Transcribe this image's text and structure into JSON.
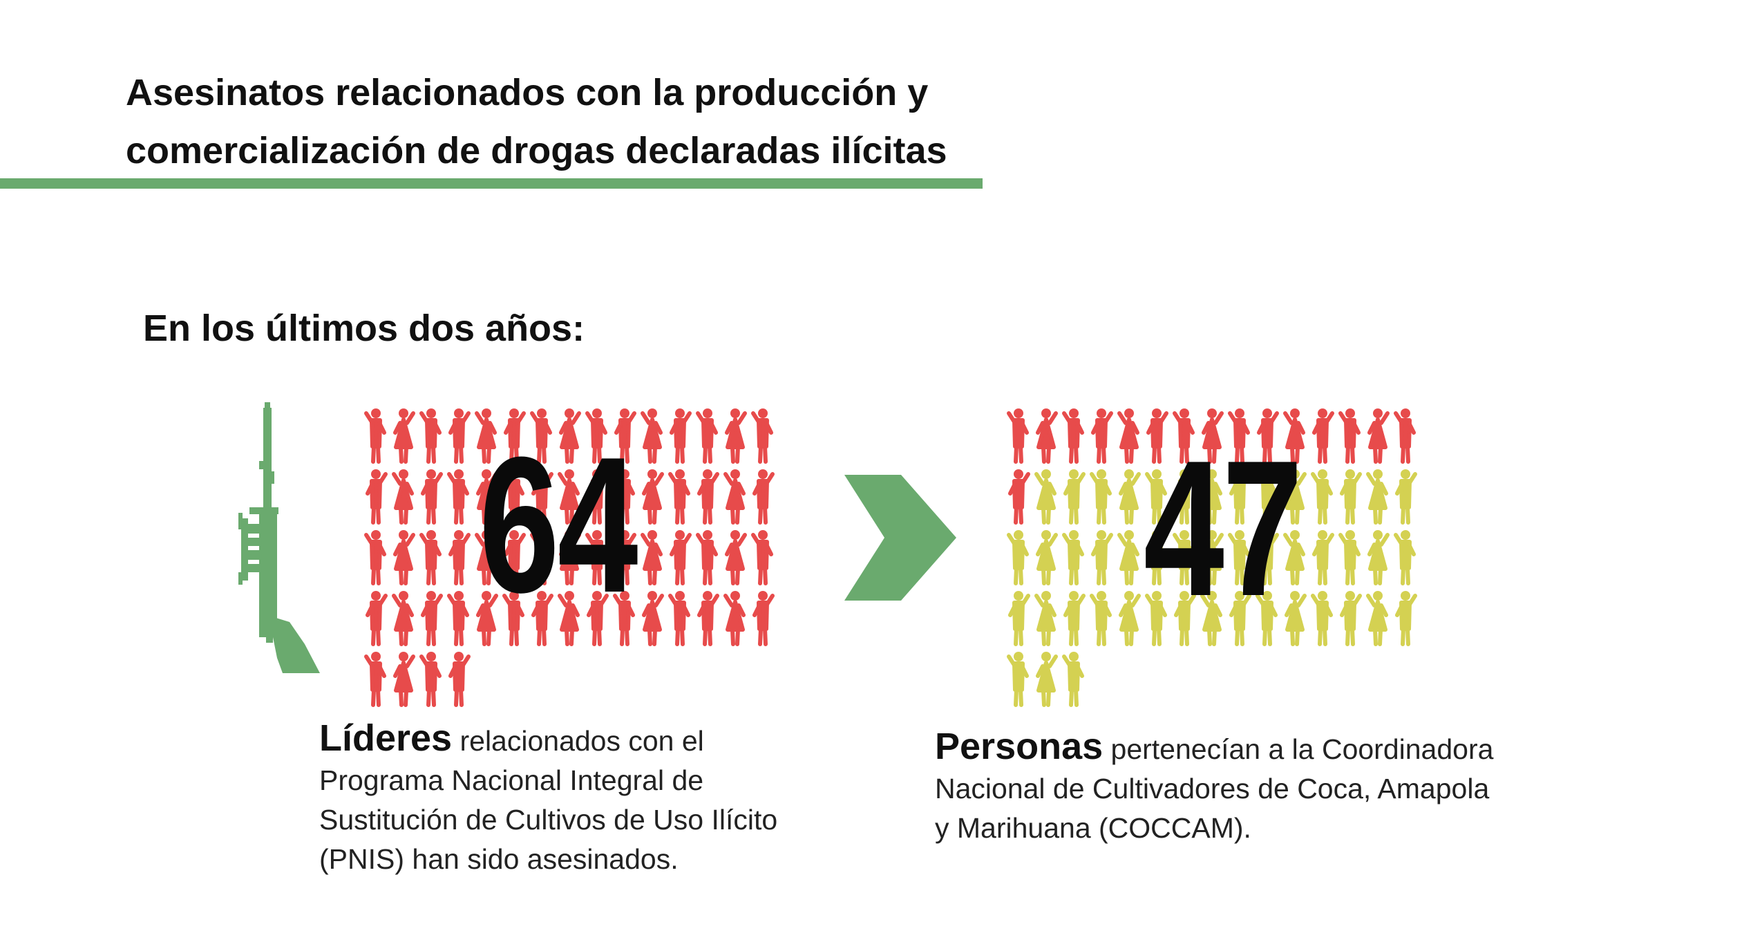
{
  "header": {
    "title_line1": "Asesinatos relacionados con la producción y",
    "title_line2": "comercialización de drogas declaradas ilícitas"
  },
  "subtitle": "En los últimos dos años:",
  "colors": {
    "accent_green": "#6aaa6e",
    "leader_red": "#e74b4b",
    "person_yellow": "#d4d152"
  },
  "icons": {
    "left": "rifle-icon",
    "middle": "chevron-right-arrow-icon",
    "people": "person-icon"
  },
  "panel_left": {
    "number": "64",
    "count_red": 64,
    "count_yellow": 0,
    "desc_bold": "Líderes",
    "desc_line1": " relacionados con el",
    "desc_line2": "Programa Nacional Integral de",
    "desc_line3": "Sustitución de Cultivos de Uso Ilícito",
    "desc_line4": "(PNIS) han sido asesinados."
  },
  "panel_right": {
    "number": "47",
    "count_red": 16,
    "count_yellow": 47,
    "desc_bold": "Personas",
    "desc_line1": " pertenecían a la Coordinadora",
    "desc_line2": "Nacional de Cultivadores de Coca, Amapola",
    "desc_line3": "y Marihuana (COCCAM)."
  }
}
